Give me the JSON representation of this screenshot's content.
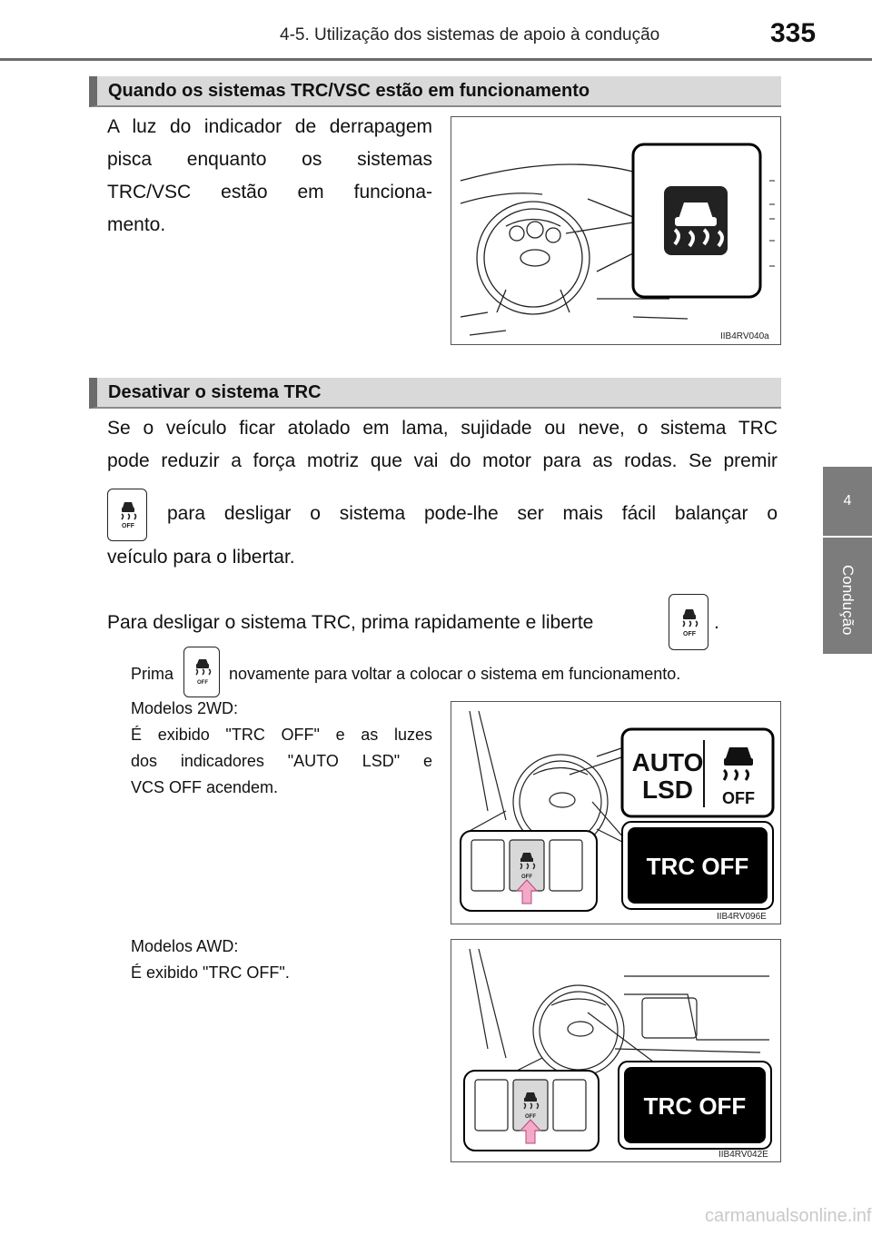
{
  "header": {
    "title": "4-5. Utilização dos sistemas de apoio à condução",
    "page_number": "335"
  },
  "side_tab": {
    "chapter_number": "4",
    "chapter_label": "Condução"
  },
  "section1": {
    "title": "Quando os sistemas TRC/VSC estão em funcionamento",
    "paragraph_lines": [
      "A luz do indicador de derrapagem",
      "pisca enquanto os sistemas",
      "TRC/VSC estão em funciona-",
      "mento."
    ],
    "figure_code": "IIB4RV040a"
  },
  "section2": {
    "title": "Desativar o sistema TRC",
    "para1_line1": "Se o veículo ficar atolado em lama, sujidade ou neve, o sistema TRC",
    "para1_line2": "pode reduzir a força motriz que vai do motor para as rodas. Se premir",
    "para1_line3": "para desligar o sistema pode-lhe ser mais fácil balançar o",
    "para1_line4": "veículo para o libertar.",
    "para2": "Para desligar o sistema TRC, prima rapidamente e liberte",
    "para2_end": ".",
    "note_prefix": "Prima",
    "note_suffix": "novamente para voltar a colocar o sistema em funcionamento.",
    "models_2wd_title": "Modelos 2WD:",
    "models_2wd_lines": [
      "É exibido \"TRC OFF\" e as luzes",
      "dos indicadores \"AUTO LSD\" e",
      "VCS OFF acendem."
    ],
    "models_awd_title": "Modelos AWD:",
    "models_awd_text": "É exibido \"TRC OFF\".",
    "figure2_code": "IIB4RV096E",
    "figure3_code": "IIB4RV042E",
    "indicator_auto": "AUTO",
    "indicator_lsd": "LSD",
    "indicator_off": "OFF",
    "display_trc_off": "TRC OFF",
    "button_off": "OFF"
  },
  "footer": "carmanualsonline.info"
}
